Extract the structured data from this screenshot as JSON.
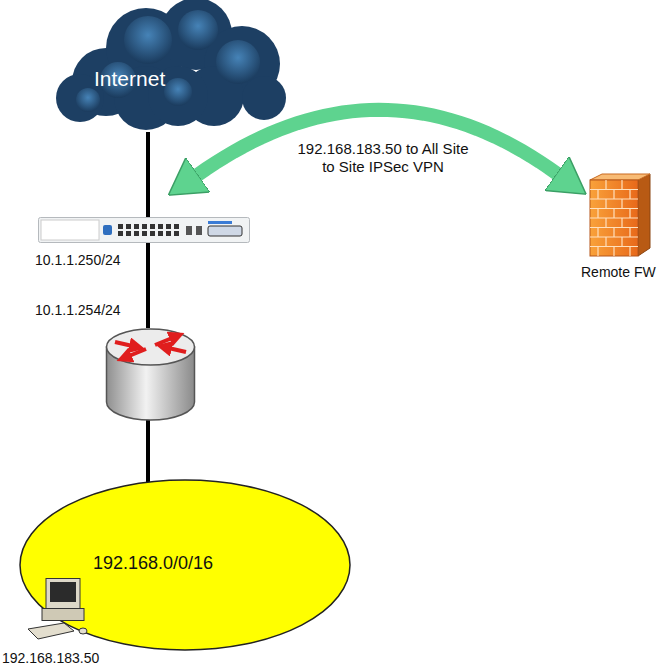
{
  "diagram": {
    "nodes": [
      {
        "text": [
          "Internet"
        ]
      },
      {
        "text": [
          "10.1.1.250/24"
        ]
      },
      {
        "text": [
          "Remote FW"
        ]
      },
      {
        "text": [
          "10.1.1.254/24"
        ]
      },
      {
        "text": [
          "192.168.0/0/16"
        ]
      },
      {
        "text": [
          "192.168.183.50"
        ]
      }
    ],
    "edges": [
      {
        "from": 0,
        "to": 1,
        "arrow": "none"
      },
      {
        "from": 1,
        "to": 3,
        "arrow": "none"
      },
      {
        "from": 3,
        "to": 4,
        "arrow": "none"
      },
      {
        "from": 1,
        "to": 2,
        "label": "192.168.183.50 to All Site to Site IPSec VPN",
        "arrow": "both"
      }
    ]
  }
}
